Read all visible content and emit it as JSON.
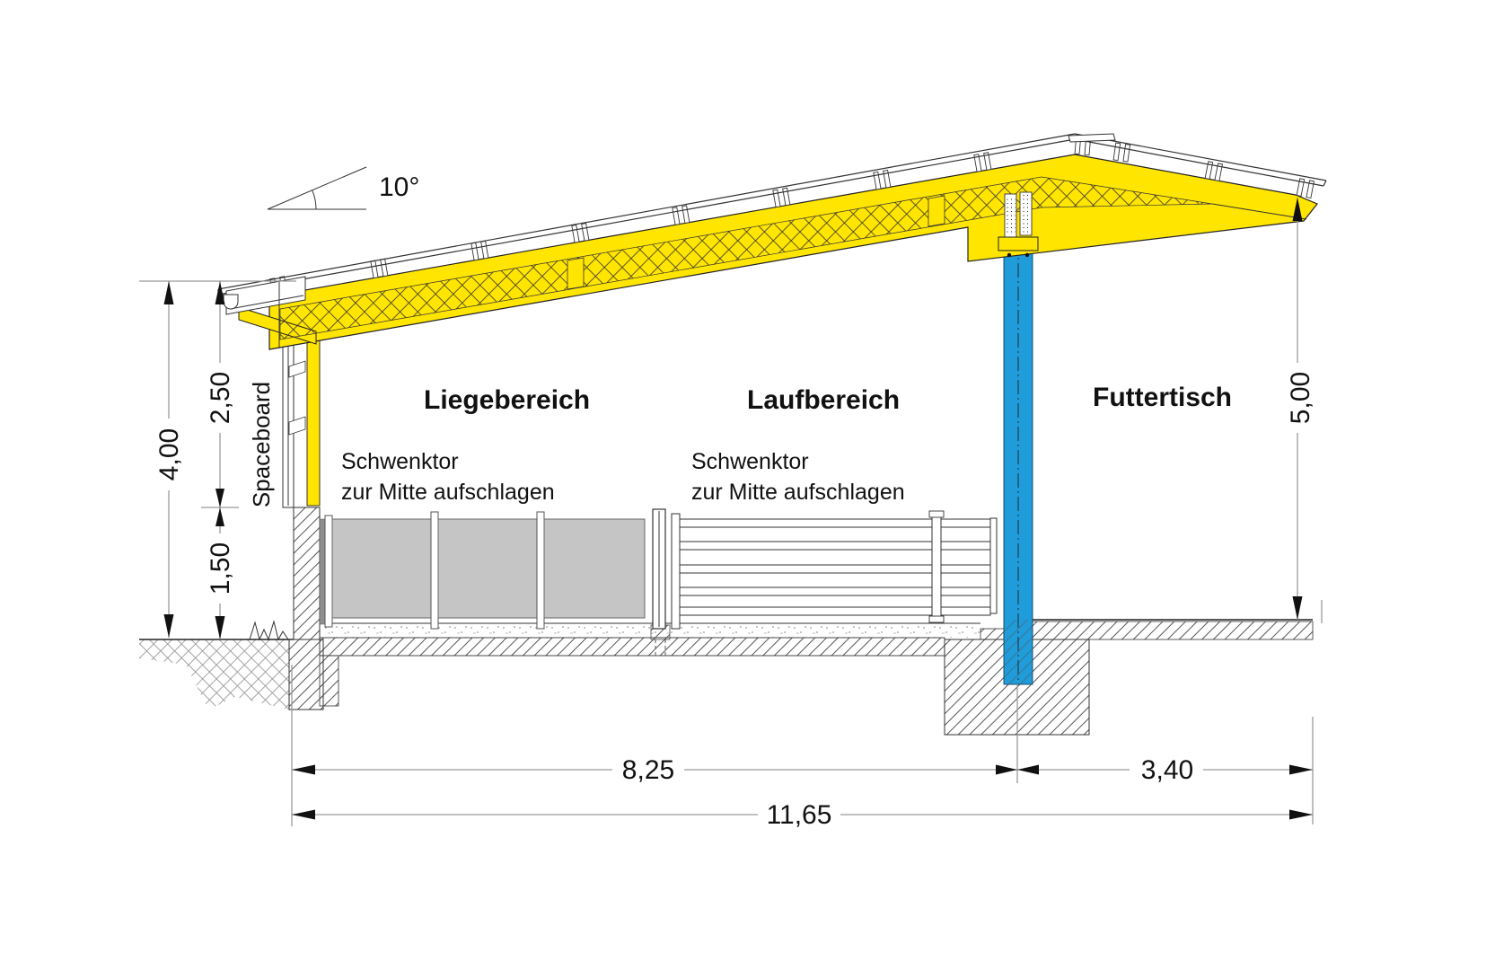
{
  "diagram": {
    "angle_label": "10°",
    "wall_label": "Spaceboard",
    "areas": {
      "liegebereich": {
        "label": "Liegebereich",
        "note_line1": "Schwenktor",
        "note_line2": "zur Mitte aufschlagen"
      },
      "laufbereich": {
        "label": "Laufbereich",
        "note_line1": "Schwenktor",
        "note_line2": "zur Mitte aufschlagen"
      },
      "futtertisch": {
        "label": "Futtertisch"
      }
    },
    "dimensions": {
      "total_height_left": "4,00",
      "upper_left": "2,50",
      "lower_left": "1,50",
      "height_right": "5,00",
      "width_main": "8,25",
      "width_overhang": "3,40",
      "width_total": "11,65"
    },
    "colors": {
      "roof_yellow": "#FFE500",
      "column_blue": "#1F9CD9",
      "panel_gray": "#C5C5C5"
    }
  }
}
